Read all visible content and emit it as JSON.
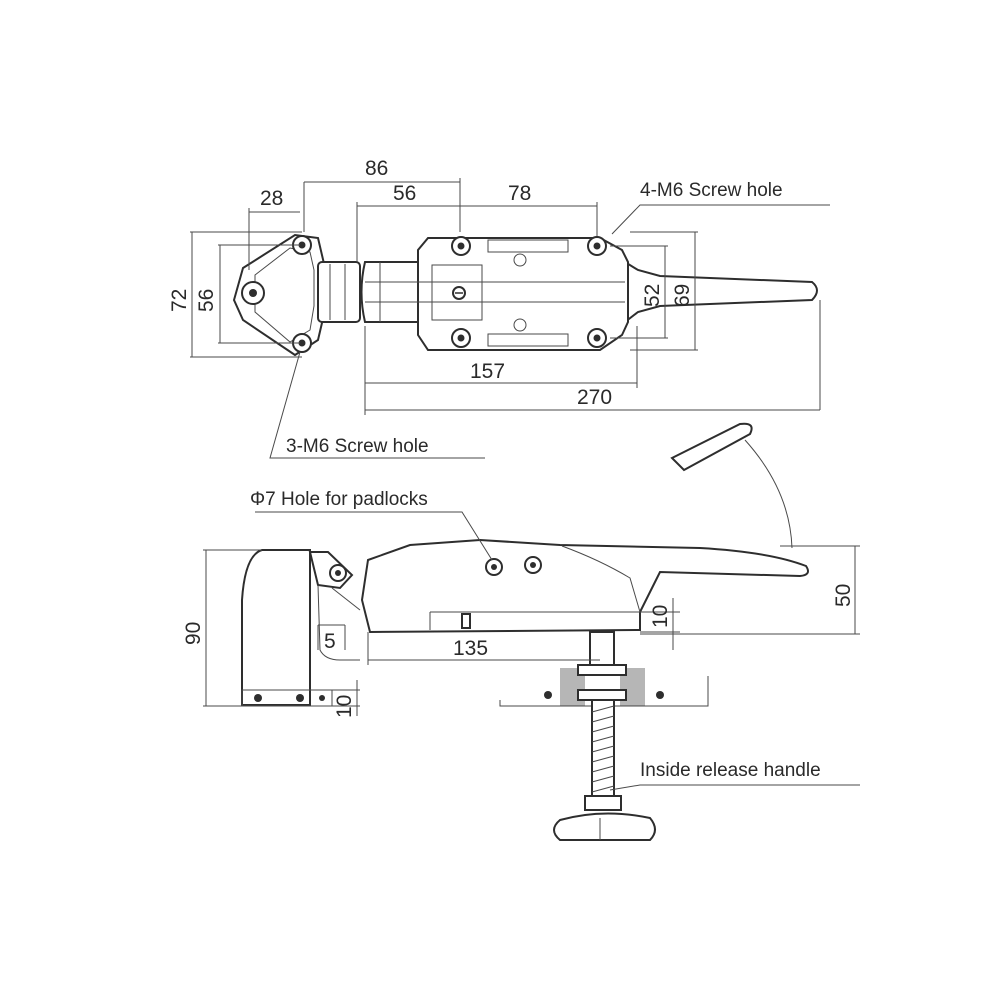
{
  "top_view": {
    "dims": {
      "d86": "86",
      "d28": "28",
      "d56_top": "56",
      "d78": "78",
      "d72": "72",
      "d56_side": "56",
      "d52": "52",
      "d69": "69",
      "d157": "157",
      "d270": "270"
    },
    "callouts": {
      "screw4": "4-M6 Screw hole",
      "screw3": "3-M6 Screw hole"
    }
  },
  "side_view": {
    "dims": {
      "d90": "90",
      "d5": "5",
      "d135": "135",
      "d10_left": "10",
      "d10_right": "10",
      "d50": "50"
    },
    "callouts": {
      "padlock": "Φ7 Hole for padlocks",
      "release": "Inside release handle"
    }
  }
}
